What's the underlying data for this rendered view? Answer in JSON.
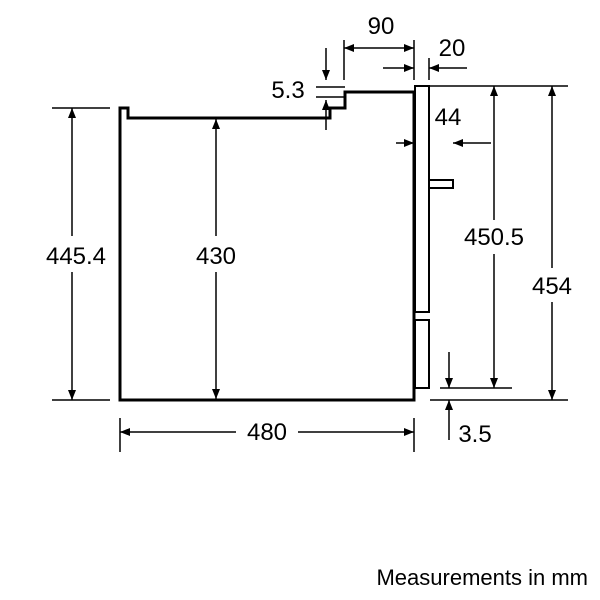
{
  "dimensions": {
    "d90": "90",
    "d20": "20",
    "d5_3": "5.3",
    "d44": "44",
    "d445_4": "445.4",
    "d430": "430",
    "d450_5": "450.5",
    "d454": "454",
    "d480": "480",
    "d3_5": "3.5"
  },
  "caption": "Measurements in mm"
}
